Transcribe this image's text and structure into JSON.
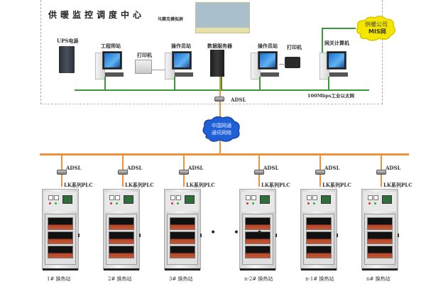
{
  "title": "供暖监控调度中心",
  "screen_wall_label": "马赛克模拟屏",
  "control_center": {
    "devices": [
      {
        "name": "ups",
        "label": "UPS电源"
      },
      {
        "name": "engineer-station",
        "label": "工程师站"
      },
      {
        "name": "printer-1",
        "label": "打印机"
      },
      {
        "name": "operator-station-1",
        "label": "操作员站"
      },
      {
        "name": "data-server",
        "label": "数据服务器"
      },
      {
        "name": "operator-station-2",
        "label": "操作员站"
      },
      {
        "name": "printer-2",
        "label": "打印机"
      },
      {
        "name": "gateway-computer",
        "label": "网关计算机"
      }
    ],
    "ethernet_label": "100Mbps工业以太网",
    "mis_cloud": {
      "line1": "供暖公司",
      "line2": "MIS网"
    },
    "adsl_label": "ADSL"
  },
  "wan_cloud": {
    "line1": "中国网通",
    "line2": "通讯网络"
  },
  "stations": [
    {
      "adsl": "ADSL",
      "plc": "LK系列PLC",
      "label": "1# 换热站"
    },
    {
      "adsl": "ADSL",
      "plc": "LK系列PLC",
      "label": "2# 换热站"
    },
    {
      "adsl": "ADSL",
      "plc": "LK系列PLC",
      "label": "3# 换热站"
    },
    {
      "adsl": "ADSL",
      "plc": "LK系列PLC",
      "label": "n-2# 换热站"
    },
    {
      "adsl": "ADSL",
      "plc": "LK系列PLC",
      "label": "n-1# 换热站"
    },
    {
      "adsl": "ADSL",
      "plc": "LK系列PLC",
      "label": "n# 换热站"
    }
  ],
  "ellipsis": "• • •",
  "colors": {
    "lan": "#3a9a3a",
    "wan": "#f0913a",
    "mis_cloud": "#f5e600",
    "wan_cloud": "#1f5fd8"
  }
}
